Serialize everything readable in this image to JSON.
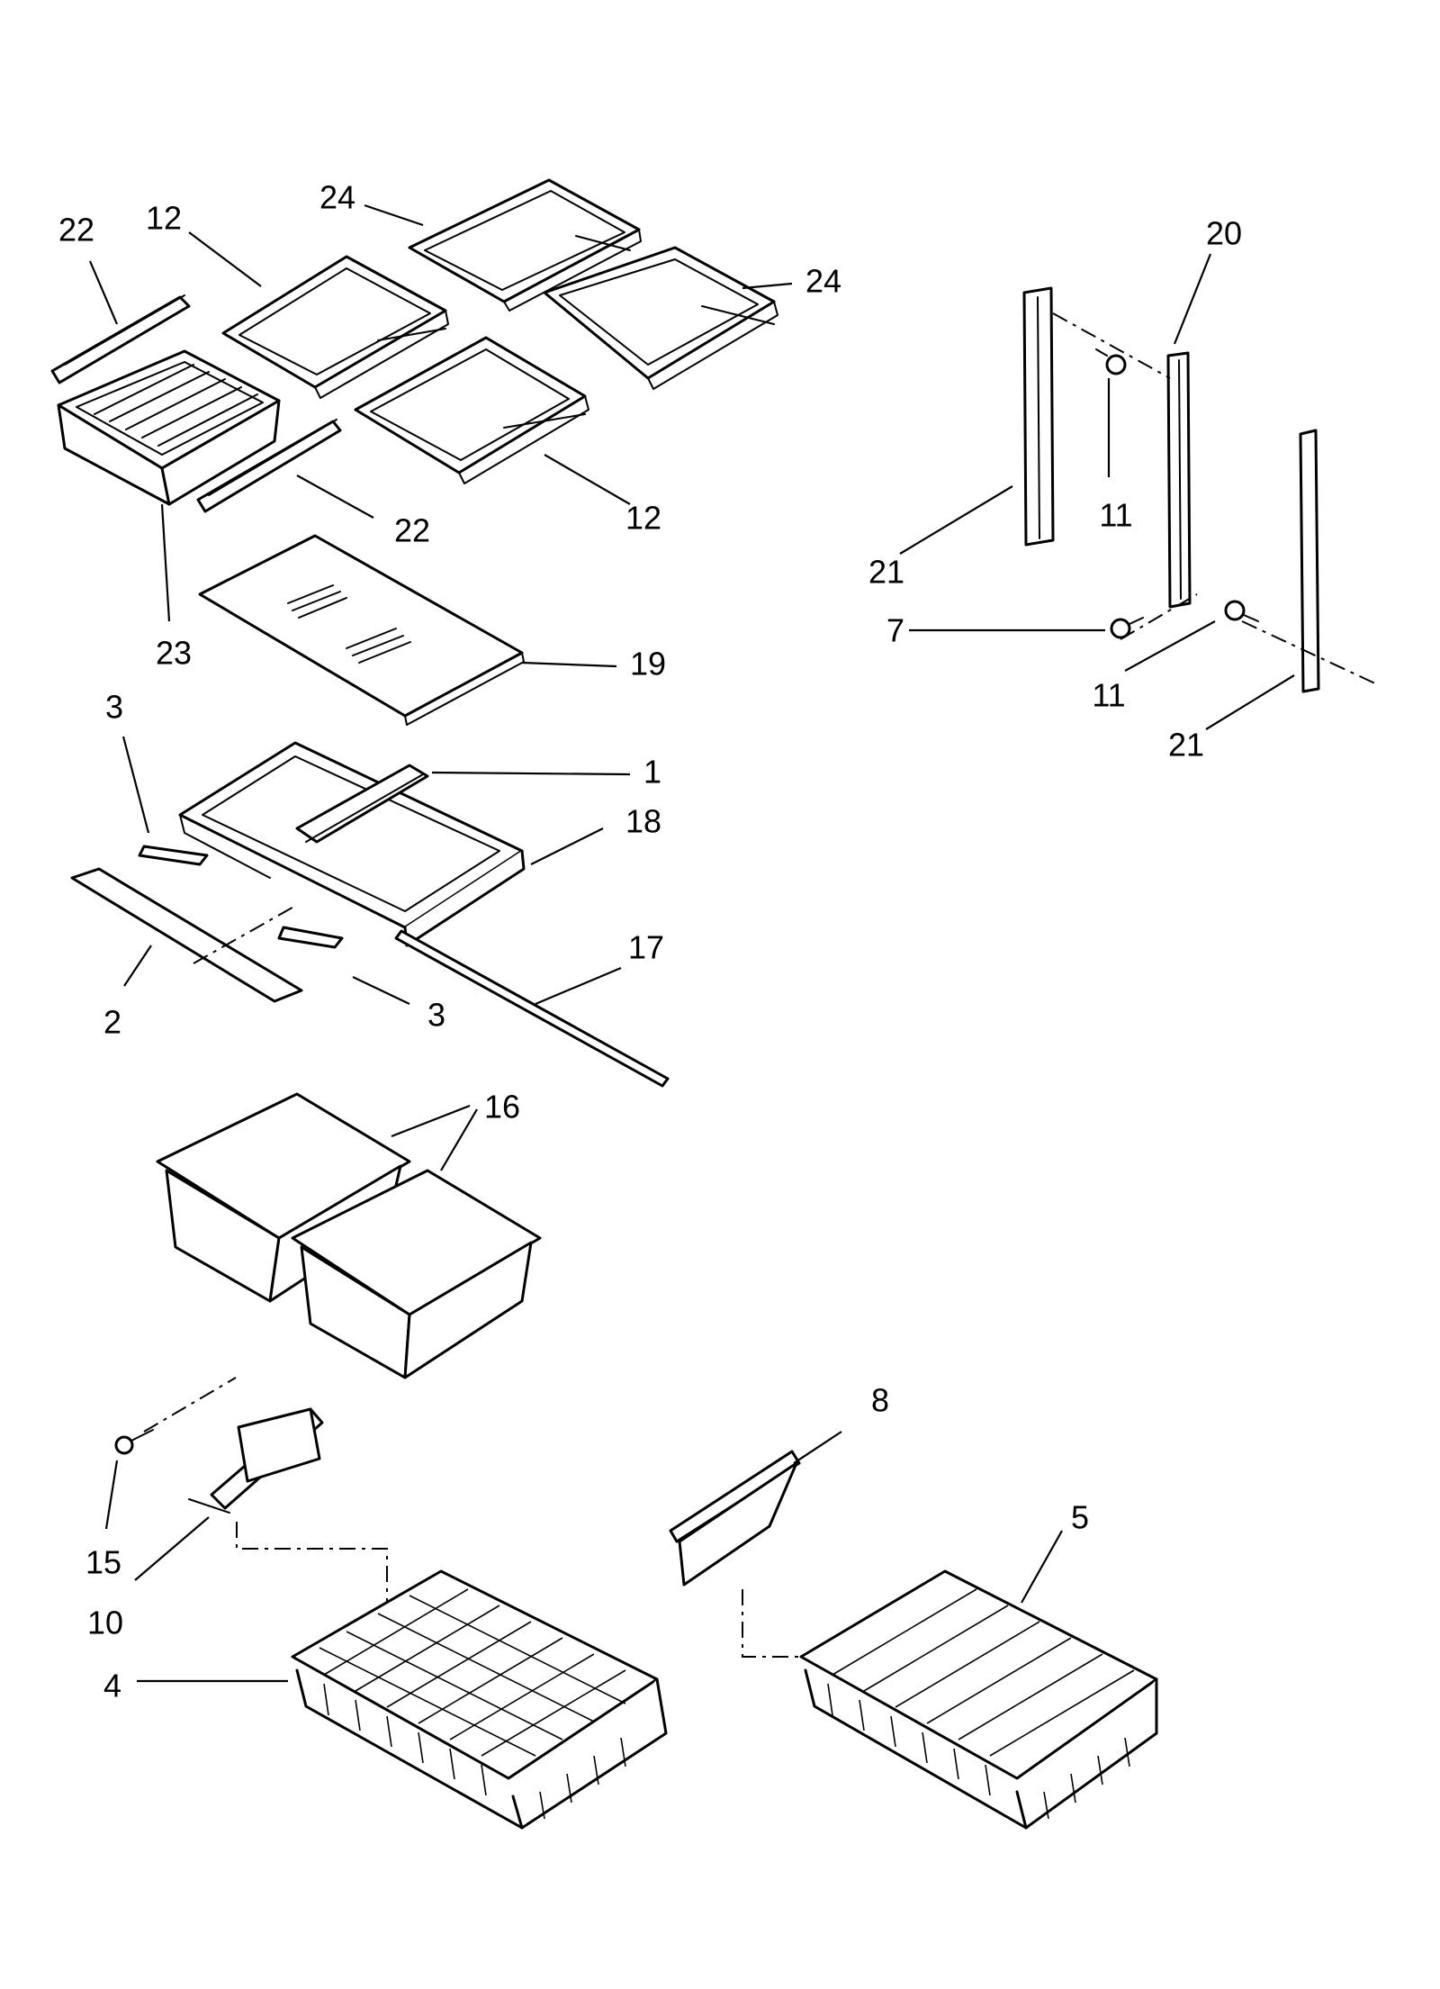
{
  "callouts": [
    {
      "id": "c24a",
      "text": "24"
    },
    {
      "id": "c24b",
      "text": "24"
    },
    {
      "id": "c12a",
      "text": "12"
    },
    {
      "id": "c12b",
      "text": "12"
    },
    {
      "id": "c22a",
      "text": "22"
    },
    {
      "id": "c22b",
      "text": "22"
    },
    {
      "id": "c23",
      "text": "23"
    },
    {
      "id": "c19",
      "text": "19"
    },
    {
      "id": "c20",
      "text": "20"
    },
    {
      "id": "c11a",
      "text": "11"
    },
    {
      "id": "c11b",
      "text": "11"
    },
    {
      "id": "c21a",
      "text": "21"
    },
    {
      "id": "c21b",
      "text": "21"
    },
    {
      "id": "c7",
      "text": "7"
    },
    {
      "id": "c3a",
      "text": "3"
    },
    {
      "id": "c3b",
      "text": "3"
    },
    {
      "id": "c1",
      "text": "1"
    },
    {
      "id": "c18",
      "text": "18"
    },
    {
      "id": "c17",
      "text": "17"
    },
    {
      "id": "c2",
      "text": "2"
    },
    {
      "id": "c16",
      "text": "16"
    },
    {
      "id": "c8",
      "text": "8"
    },
    {
      "id": "c5",
      "text": "5"
    },
    {
      "id": "c15",
      "text": "15"
    },
    {
      "id": "c10",
      "text": "10"
    },
    {
      "id": "c4",
      "text": "4"
    }
  ]
}
